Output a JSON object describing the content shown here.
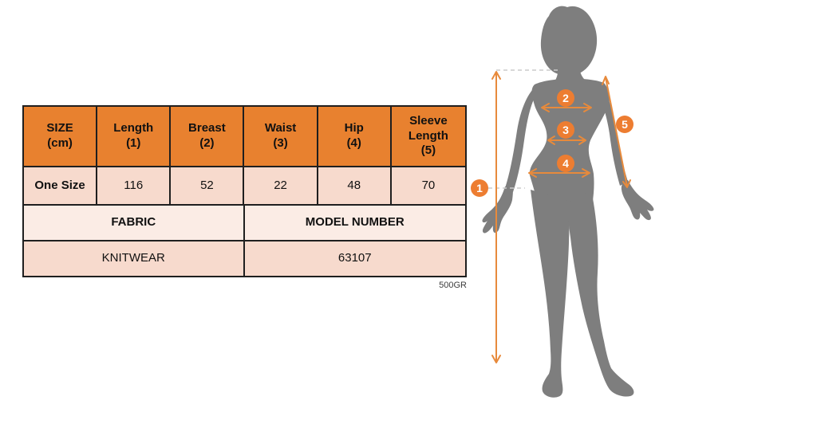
{
  "size_chart": {
    "headers": [
      "SIZE\n(cm)",
      "Length\n(1)",
      "Breast\n(2)",
      "Waist\n(3)",
      "Hip\n(4)",
      "Sleeve\nLength\n(5)"
    ],
    "values": [
      "One Size",
      "116",
      "52",
      "22",
      "48",
      "70"
    ],
    "fabric_label": "FABRIC",
    "model_number_label": "MODEL NUMBER",
    "fabric_value": "KNITWEAR",
    "model_number_value": "63107",
    "weight_note": "500GR"
  },
  "figure": {
    "markers": [
      {
        "label": "1"
      },
      {
        "label": "2"
      },
      {
        "label": "3"
      },
      {
        "label": "4"
      },
      {
        "label": "5"
      }
    ]
  },
  "colors": {
    "header_orange": "#E8812F",
    "row_pink": "#F7DACD",
    "row_light_pink": "#FBECE5",
    "accent_orange": "#ED7D31",
    "arrow_orange": "#E78A3C",
    "silhouette_gray": "#7E7E7E",
    "dashed_gray": "#CCCCCC",
    "border_black": "#1F1F1F"
  }
}
